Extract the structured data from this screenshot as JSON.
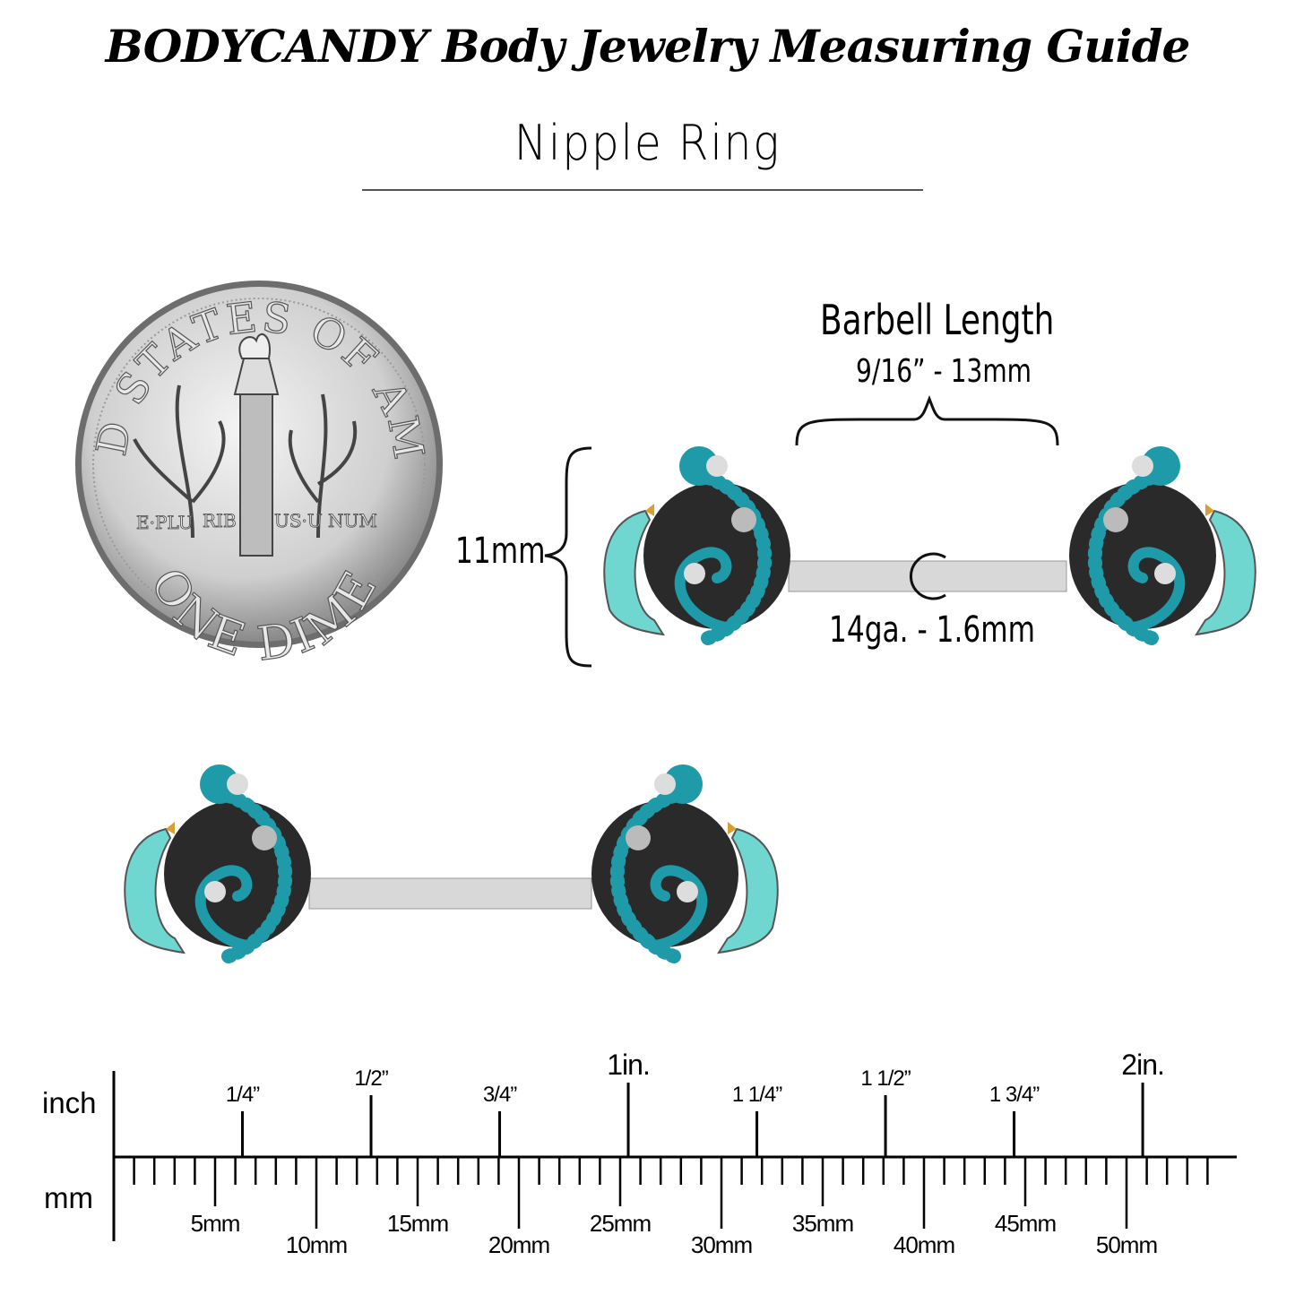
{
  "header": {
    "title": "BODYCANDY Body Jewelry Measuring Guide",
    "subtitle": "Nipple Ring"
  },
  "coin": {
    "top_text": "UNITED STATES OF AMERICA",
    "motto": [
      "E·PLU",
      "RIB",
      "US·U",
      "NUM"
    ],
    "bottom_text": "ONE DIME"
  },
  "measurements": {
    "barbell_length_label": "Barbell Length",
    "barbell_length_value": "9/16” - 13mm",
    "height_value": "11mm",
    "gauge_value": "14ga. - 1.6mm"
  },
  "colors": {
    "enamel_turquoise": "#1f9aa8",
    "dolphin_turquoise": "#6fd6d0",
    "oxidized_metal": "#2a2a2a",
    "steel_bar": "#d8d8d8"
  },
  "ruler": {
    "inch_label": "inch",
    "mm_label": "mm",
    "inch_marks": [
      {
        "value": 0.25,
        "label": "1/4”"
      },
      {
        "value": 0.5,
        "label": "1/2”"
      },
      {
        "value": 0.75,
        "label": "3/4”"
      },
      {
        "value": 1,
        "label": "1in."
      },
      {
        "value": 1.25,
        "label": "1 1/4”"
      },
      {
        "value": 1.5,
        "label": "1 1/2”"
      },
      {
        "value": 1.75,
        "label": "1 3/4”"
      },
      {
        "value": 2,
        "label": "2in."
      }
    ],
    "mm_marks": [
      {
        "value": 5,
        "label": "5mm"
      },
      {
        "value": 10,
        "label": "10mm"
      },
      {
        "value": 15,
        "label": "15mm"
      },
      {
        "value": 20,
        "label": "20mm"
      },
      {
        "value": 25,
        "label": "25mm"
      },
      {
        "value": 30,
        "label": "30mm"
      },
      {
        "value": 35,
        "label": "35mm"
      },
      {
        "value": 40,
        "label": "40mm"
      },
      {
        "value": 45,
        "label": "45mm"
      },
      {
        "value": 50,
        "label": "50mm"
      }
    ]
  }
}
